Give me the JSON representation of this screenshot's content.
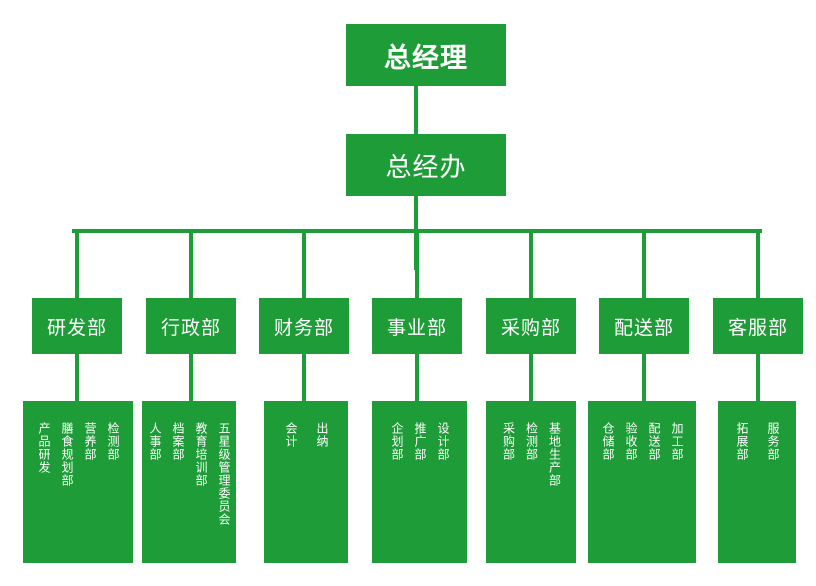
{
  "top": {
    "title": "总经理"
  },
  "office": {
    "title": "总经办"
  },
  "colors": {
    "green": "#1d9c37",
    "text": "#ffffff"
  },
  "departments": [
    {
      "name": "研发部",
      "subunits": [
        "检测部",
        "营养部",
        "膳食规划部",
        "产品研发"
      ]
    },
    {
      "name": "行政部",
      "subunits": [
        "五星级管理委员会",
        "教育培训部",
        "档案部",
        "人事部"
      ]
    },
    {
      "name": "财务部",
      "subunits": [
        "出纳",
        "会计"
      ]
    },
    {
      "name": "事业部",
      "subunits": [
        "设计部",
        "推广部",
        "企划部"
      ]
    },
    {
      "name": "采购部",
      "subunits": [
        "基地生产部",
        "检测部",
        "采购部"
      ]
    },
    {
      "name": "配送部",
      "subunits": [
        "加工部",
        "配送部",
        "验收部",
        "仓储部"
      ]
    },
    {
      "name": "客服部",
      "subunits": [
        "服务部",
        "拓展部"
      ]
    }
  ]
}
